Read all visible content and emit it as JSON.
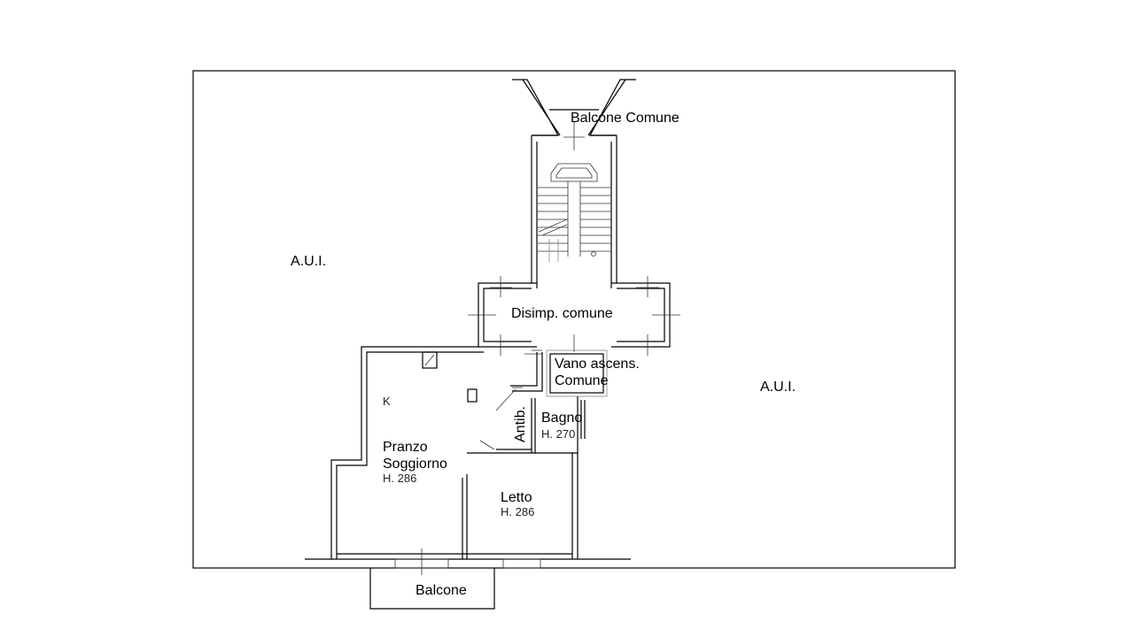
{
  "plan": {
    "labels": {
      "balcone_comune": "Balcone Comune",
      "aui_left": "A.U.I.",
      "aui_right": "A.U.I.",
      "disimp_comune": "Disimp. comune",
      "vano_ascens_line1": "Vano ascens.",
      "vano_ascens_line2": "Comune",
      "k": "K",
      "antib": "Antib.",
      "bagno": "Bagno",
      "bagno_height": "H. 270",
      "pranzo": "Pranzo",
      "soggiorno": "Soggiorno",
      "soggiorno_height": "H. 286",
      "letto": "Letto",
      "letto_height": "H. 286",
      "balcone": "Balcone"
    }
  }
}
